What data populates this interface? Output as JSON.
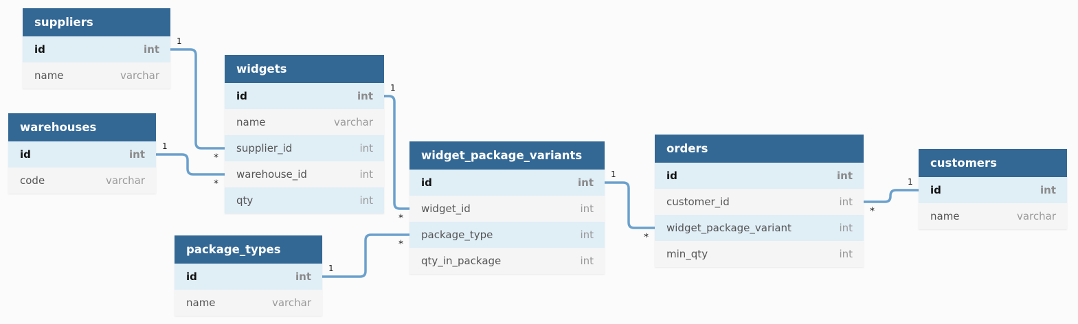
{
  "colors": {
    "header": "#336895",
    "row_highlight": "#e0eef6",
    "row_plain": "#f5f5f5",
    "link": "#6aa0cc",
    "background": "#fbfbfb"
  },
  "tables": [
    {
      "id": "suppliers",
      "name": "suppliers",
      "fields": [
        {
          "name": "id",
          "type": "int",
          "pk": true
        },
        {
          "name": "name",
          "type": "varchar"
        }
      ]
    },
    {
      "id": "warehouses",
      "name": "warehouses",
      "fields": [
        {
          "name": "id",
          "type": "int",
          "pk": true
        },
        {
          "name": "code",
          "type": "varchar"
        }
      ]
    },
    {
      "id": "widgets",
      "name": "widgets",
      "fields": [
        {
          "name": "id",
          "type": "int",
          "pk": true
        },
        {
          "name": "name",
          "type": "varchar"
        },
        {
          "name": "supplier_id",
          "type": "int"
        },
        {
          "name": "warehouse_id",
          "type": "int"
        },
        {
          "name": "qty",
          "type": "int"
        }
      ]
    },
    {
      "id": "package_types",
      "name": "package_types",
      "fields": [
        {
          "name": "id",
          "type": "int",
          "pk": true
        },
        {
          "name": "name",
          "type": "varchar"
        }
      ]
    },
    {
      "id": "widget_package_variants",
      "name": "widget_package_variants",
      "fields": [
        {
          "name": "id",
          "type": "int",
          "pk": true
        },
        {
          "name": "widget_id",
          "type": "int"
        },
        {
          "name": "package_type",
          "type": "int"
        },
        {
          "name": "qty_in_package",
          "type": "int"
        }
      ]
    },
    {
      "id": "orders",
      "name": "orders",
      "fields": [
        {
          "name": "id",
          "type": "int",
          "pk": true
        },
        {
          "name": "customer_id",
          "type": "int"
        },
        {
          "name": "widget_package_variant",
          "type": "int"
        },
        {
          "name": "min_qty",
          "type": "int"
        }
      ]
    },
    {
      "id": "customers",
      "name": "customers",
      "fields": [
        {
          "name": "id",
          "type": "int",
          "pk": true
        },
        {
          "name": "name",
          "type": "varchar"
        }
      ]
    }
  ],
  "relations": [
    {
      "from_table": "suppliers",
      "from_field": "id",
      "from_card": "1",
      "to_table": "widgets",
      "to_field": "supplier_id",
      "to_card": "*"
    },
    {
      "from_table": "warehouses",
      "from_field": "id",
      "from_card": "1",
      "to_table": "widgets",
      "to_field": "warehouse_id",
      "to_card": "*"
    },
    {
      "from_table": "widgets",
      "from_field": "id",
      "from_card": "1",
      "to_table": "widget_package_variants",
      "to_field": "widget_id",
      "to_card": "*"
    },
    {
      "from_table": "package_types",
      "from_field": "id",
      "from_card": "1",
      "to_table": "widget_package_variants",
      "to_field": "package_type",
      "to_card": "*"
    },
    {
      "from_table": "widget_package_variants",
      "from_field": "id",
      "from_card": "1",
      "to_table": "orders",
      "to_field": "widget_package_variant",
      "to_card": "*"
    },
    {
      "from_table": "customers",
      "from_field": "id",
      "from_card": "1",
      "to_table": "orders",
      "to_field": "customer_id",
      "to_card": "*"
    }
  ]
}
